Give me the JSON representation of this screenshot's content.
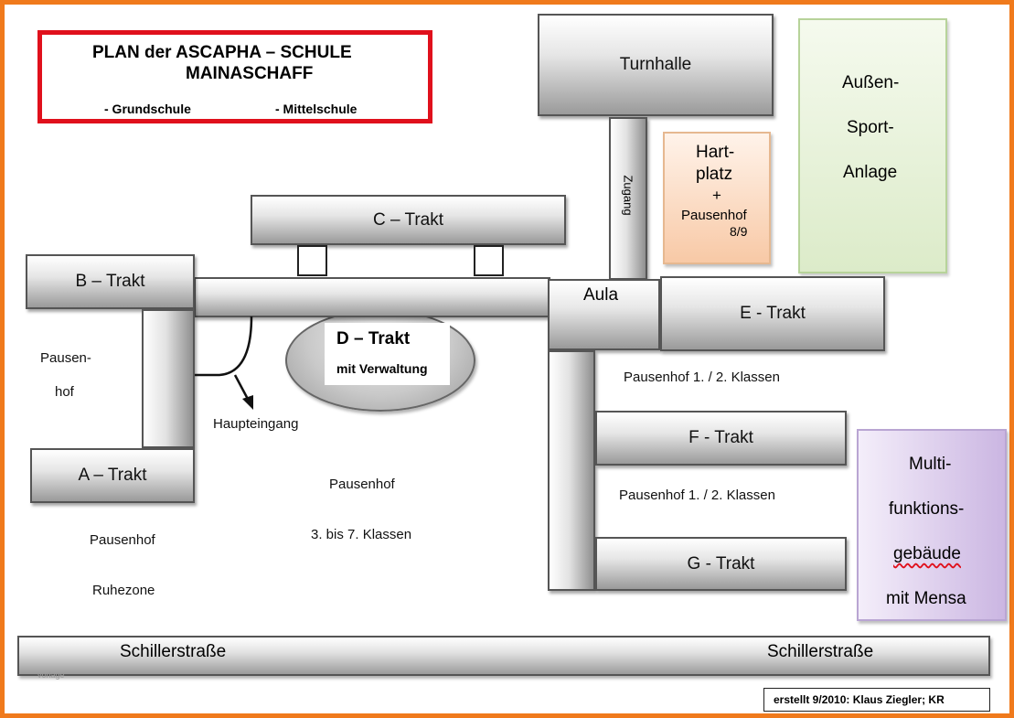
{
  "title": {
    "line1": "PLAN der ASCAPHA  – SCHULE",
    "line2": "MAINASCHAFF",
    "sub1": "- Grundschule",
    "sub2": "- Mittelschule"
  },
  "buildings": {
    "turnhalle": "Turnhalle",
    "c_trakt": "C – Trakt",
    "b_trakt": "B – Trakt",
    "a_trakt": "A – Trakt",
    "d_trakt": "D – Trakt",
    "d_trakt_sub": "mit Verwaltung",
    "aula": "Aula",
    "e_trakt": "E - Trakt",
    "f_trakt": "F - Trakt",
    "g_trakt": "G - Trakt",
    "zugang": "Zugang"
  },
  "hartplatz": {
    "line1": "Hart-",
    "line2": "platz",
    "line3": "+",
    "line4": "Pausenhof",
    "line5": "8/9"
  },
  "sport": {
    "line1": "Außen-",
    "line2": "Sport-",
    "line3": "Anlage"
  },
  "multi": {
    "line1": "Multi-",
    "line2": "funktions-",
    "line3": "gebäude",
    "line4": "mit Mensa"
  },
  "areas": {
    "pausenhof_left_1": "Pausen-",
    "pausenhof_left_2": "hof",
    "haupteingang": "Haupteingang",
    "pausenhof_center": "Pausenhof",
    "pausenhof_center_sub": "3. bis 7. Klassen",
    "pausenhof_bottom": "Pausenhof",
    "ruhezone": "Ruhezone",
    "pausenhof_12_a": "Pausenhof 1. / 2. Klassen",
    "pausenhof_12_b": "Pausenhof 1. / 2. Klassen"
  },
  "street": {
    "left": "Schillerstraße",
    "right": "Schillerstraße",
    "watermark": "vorlage"
  },
  "credit": "erstellt 9/2010:  Klaus Ziegler;  KR",
  "colors": {
    "frame": "#f07a1c",
    "title_border": "#e0101c",
    "hartplatz": "#fbd7bf",
    "sport": "#e3f0d3",
    "multi": "#d9c9ea"
  }
}
